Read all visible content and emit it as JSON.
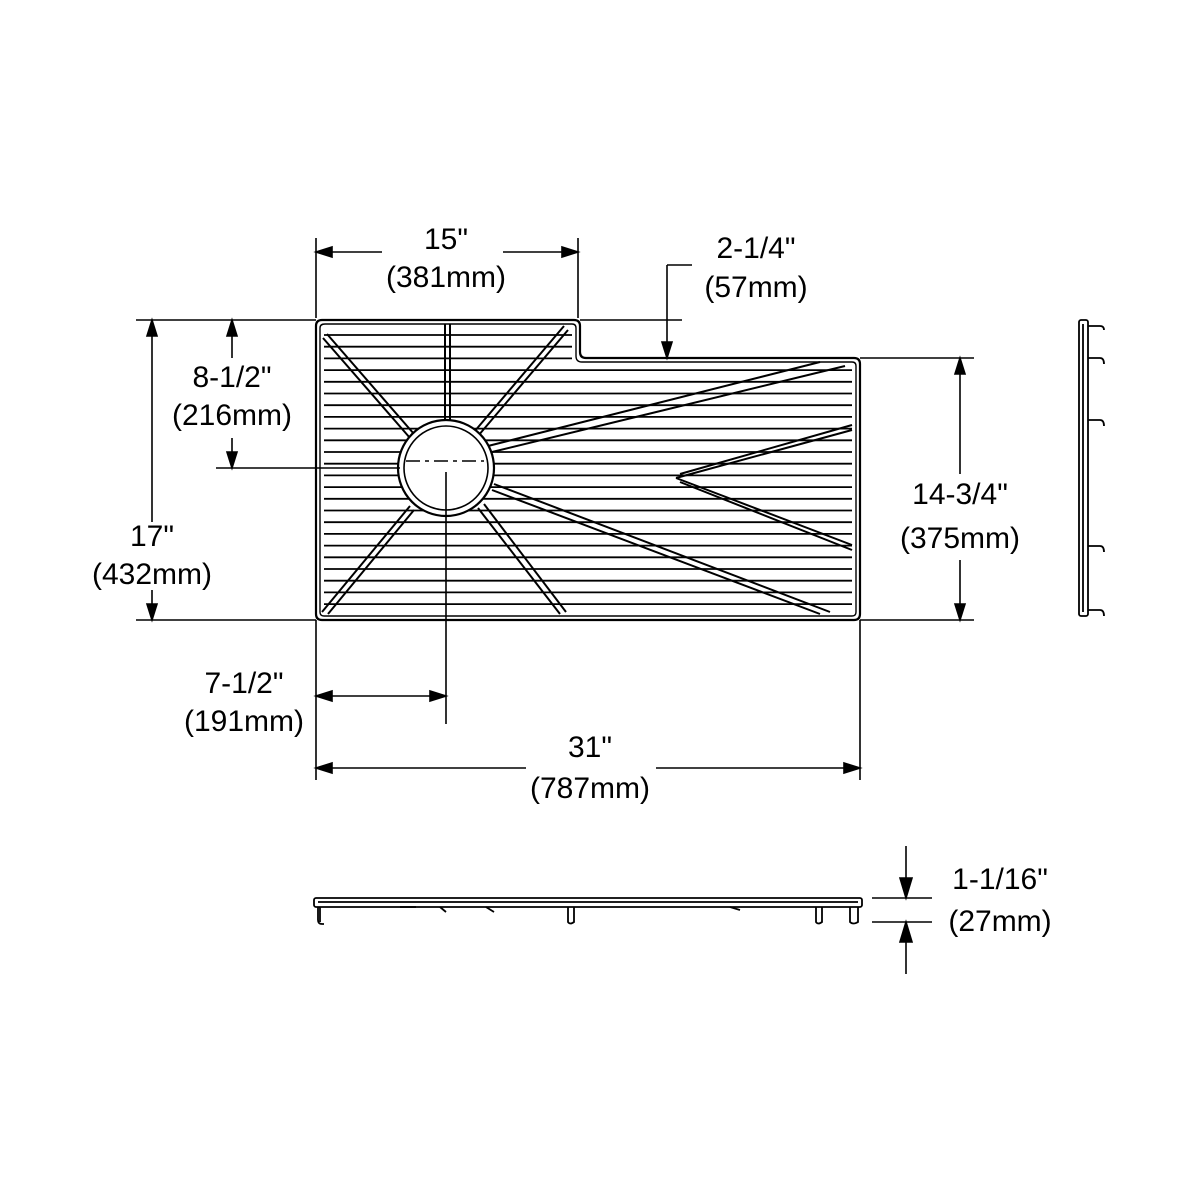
{
  "colors": {
    "line": "#000000",
    "background": "#ffffff"
  },
  "dimensions": {
    "top_width": {
      "inch": "15\"",
      "mm": "(381mm)"
    },
    "step_depth": {
      "inch": "2-1/4\"",
      "mm": "(57mm)"
    },
    "drain_from_top": {
      "inch": "8-1/2\"",
      "mm": "(216mm)"
    },
    "overall_depth": {
      "inch": "17\"",
      "mm": "(432mm)"
    },
    "right_depth": {
      "inch": "14-3/4\"",
      "mm": "(375mm)"
    },
    "drain_from_left": {
      "inch": "7-1/2\"",
      "mm": "(191mm)"
    },
    "overall_width": {
      "inch": "31\"",
      "mm": "(787mm)"
    },
    "height": {
      "inch": "1-1/16\"",
      "mm": "(27mm)"
    }
  }
}
